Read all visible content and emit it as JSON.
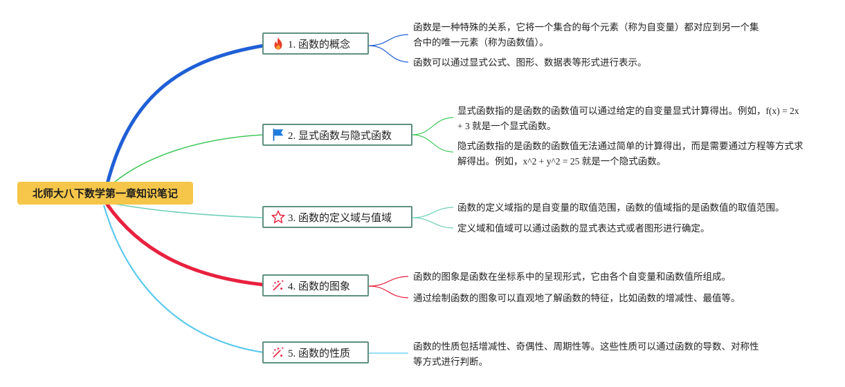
{
  "root": {
    "title": "北师大八下数学第一章知识笔记"
  },
  "topics": [
    {
      "label": "1. 函数的概念",
      "icon": "fire-icon",
      "color": "#1f5fd6",
      "notes": [
        "函数是一种特殊的关系，它将一个集合的每个元素（称为自变量）都对应到另一个集合中的唯一元素（称为函数值）。",
        "函数可以通过显式公式、图形、数据表等形式进行表示。"
      ]
    },
    {
      "label": "2. 显式函数与隐式函数",
      "icon": "flag-icon",
      "color": "#3fc95a",
      "notes": [
        "显式函数指的是函数的函数值可以通过给定的自变量显式计算得出。例如，f(x) = 2x + 3 就是一个显式函数。",
        "隐式函数指的是函数的函数值无法通过简单的计算得出，而是需要通过方程等方式求解得出。例如，x^2 + y^2 = 25 就是一个隐式函数。"
      ]
    },
    {
      "label": "3. 函数的定义域与值域",
      "icon": "star-icon",
      "color": "#6ccfb8",
      "notes": [
        "函数的定义域指的是自变量的取值范围，函数的值域指的是函数值的取值范围。",
        "定义域和值域可以通过函数的显式表达式或者图形进行确定。"
      ]
    },
    {
      "label": "4. 函数的图象",
      "icon": "magic-wand-icon",
      "color": "#e8213f",
      "notes": [
        "函数的图象是函数在坐标系中的呈现形式，它由各个自变量和函数值所组成。",
        "通过绘制函数的图象可以直观地了解函数的特征，比如函数的增减性、最值等。"
      ]
    },
    {
      "label": "5. 函数的性质",
      "icon": "magic-wand-icon",
      "color": "#5bc8ee",
      "notes": [
        "函数的性质包括增减性、奇偶性、周期性等。这些性质可以通过函数的导数、对称性等方式进行判断。"
      ]
    }
  ]
}
